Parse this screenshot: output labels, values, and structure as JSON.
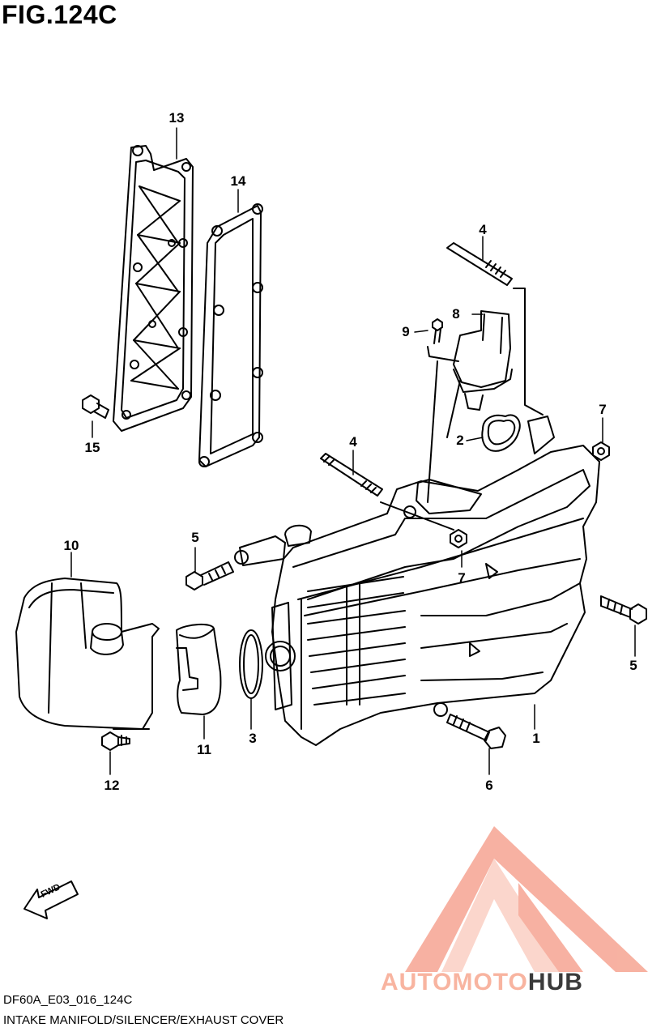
{
  "title": "FIG.124C",
  "diagram_code": "DF60A_E03_016_124C",
  "caption": "INTAKE MANIFOLD/SILENCER/EXHAUST COVER",
  "fwd_label": "FWD",
  "watermark": {
    "part1": "AUTO",
    "part2": "MOTO",
    "part3": "HUB",
    "color_light": "#f8b4a0",
    "color_dark": "#3a3a3a"
  },
  "callouts": {
    "c1": "1",
    "c2": "2",
    "c3": "3",
    "c4a": "4",
    "c4b": "4",
    "c5a": "5",
    "c5b": "5",
    "c6": "6",
    "c7a": "7",
    "c7b": "7",
    "c8": "8",
    "c9": "9",
    "c10": "10",
    "c11": "11",
    "c12": "12",
    "c13": "13",
    "c14": "14",
    "c15": "15"
  }
}
